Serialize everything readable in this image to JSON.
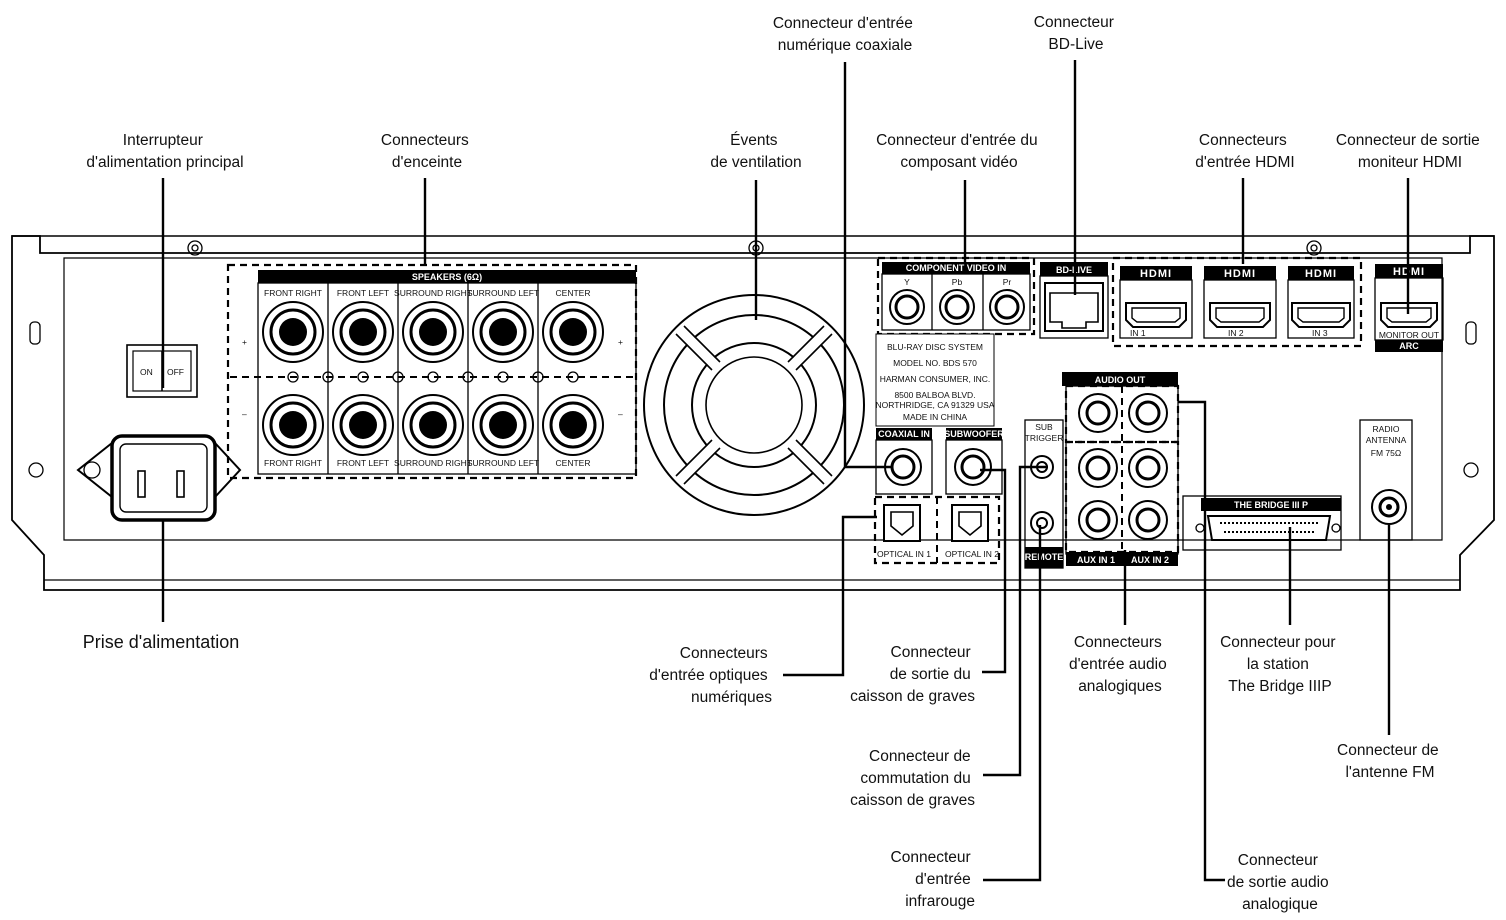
{
  "callouts": {
    "main_power_switch": [
      "Interrupteur",
      "d'alimentation principal"
    ],
    "speaker_connectors": [
      "Connecteurs",
      "d'enceinte"
    ],
    "vents": [
      "Évents",
      "de ventilation"
    ],
    "coax_digital_in": [
      "Connecteur d'entrée",
      "numérique coaxiale"
    ],
    "component_video_in": [
      "Connecteur d'entrée du",
      "composant vidéo"
    ],
    "bd_live": [
      "Connecteur",
      "BD-Live"
    ],
    "hdmi_inputs": [
      "Connecteurs",
      "d'entrée HDMI"
    ],
    "hdmi_monitor_out": [
      "Connecteur de sortie",
      "moniteur HDMI"
    ],
    "power_socket": [
      "Prise d'alimentation"
    ],
    "optical_inputs": [
      "Connecteurs",
      "d'entrée optiques",
      "numériques"
    ],
    "subwoofer_out": [
      "Connecteur",
      "de sortie du",
      "caisson de graves"
    ],
    "analog_audio_in": [
      "Connecteurs",
      "d'entrée audio",
      "analogiques"
    ],
    "bridge_connector": [
      "Connecteur pour",
      "la station",
      "The Bridge IIIP"
    ],
    "subwoofer_trigger": [
      "Connecteur de",
      "commutation du",
      "caisson de graves"
    ],
    "fm_antenna": [
      "Connecteur de",
      "l'antenne FM"
    ],
    "ir_input": [
      "Connecteur",
      "d'entrée",
      "infrarouge"
    ],
    "analog_audio_out": [
      "Connecteur",
      "de sortie audio",
      "analogique"
    ]
  },
  "panel": {
    "switch_on": "ON",
    "switch_off": "OFF",
    "speakers_title": "SPEAKERS (6Ω)",
    "speaker_channels_top": [
      "FRONT RIGHT",
      "FRONT LEFT",
      "SURROUND RIGHT",
      "SURROUND LEFT",
      "CENTER"
    ],
    "speaker_channels_bottom": [
      "FRONT RIGHT",
      "FRONT LEFT",
      "SURROUND RIGHT",
      "SURROUND LEFT",
      "CENTER"
    ],
    "plus": "+",
    "minus": "–",
    "component_title": "COMPONENT VIDEO IN",
    "component_labels": [
      "Y",
      "Pb",
      "Pr"
    ],
    "bd_live_label": "BD-LIVE",
    "hdmi_logo": "HDMI",
    "hdmi_inputs": [
      "IN 1",
      "IN 2",
      "IN 3"
    ],
    "monitor_out": "MONITOR OUT",
    "arc": "ARC",
    "model_lines": [
      "BLU-RAY DISC SYSTEM",
      "MODEL NO. BDS 570",
      "HARMAN CONSUMER, INC.",
      "8500 BALBOA BLVD.",
      "NORTHRIDGE, CA 91329 USA",
      "MADE IN CHINA"
    ],
    "coaxial_in": "COAXIAL IN",
    "subwoofer": "SUBWOOFER",
    "optical_in_1": "OPTICAL IN 1",
    "optical_in_2": "OPTICAL IN 2",
    "sub_trigger": [
      "SUB",
      "TRIGGER"
    ],
    "remote": "REMOTE",
    "audio_out": "AUDIO OUT",
    "aux_in_1": "AUX IN 1",
    "aux_in_2": "AUX IN 2",
    "bridge": "THE BRIDGE III P",
    "radio_antenna": [
      "RADIO",
      "ANTENNA",
      "FM 75Ω"
    ]
  }
}
